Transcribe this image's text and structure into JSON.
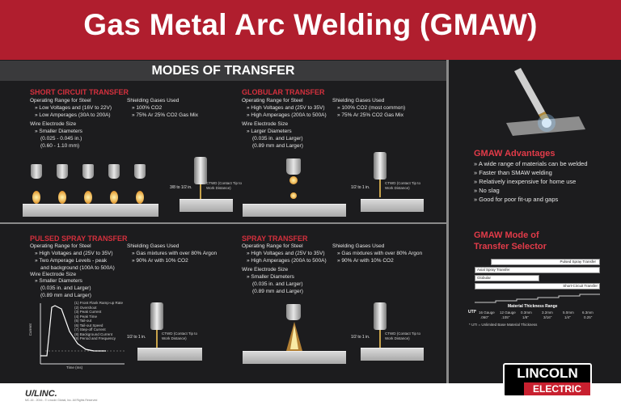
{
  "header": {
    "title": "Gas Metal Arc Welding (GMAW)"
  },
  "modes": {
    "title": "MODES OF TRANSFER"
  },
  "short_circuit": {
    "title": "SHORT CIRCUIT TRANSFER",
    "range_label": "Operating Range for Steel",
    "range": [
      "Low Voltages and (16V to 22V)",
      "Low Amperages (30A to 200A)"
    ],
    "wire_label": "Wire Electrode Size",
    "wire": [
      "Smaller Diameters"
    ],
    "wire_sizes": [
      "(0.025 - 0.045 in.)",
      "(0.60 - 1.10 mm)"
    ],
    "gas_label": "Shielding Gases Used",
    "gases": [
      "100% CO2",
      "75% Ar 25% CO2 Gas Mix"
    ],
    "stickout": "3/8 to 1/2 in.",
    "ctwd": "CTWD (Contact Tip to Work Distance)"
  },
  "globular": {
    "title": "GLOBULAR TRANSFER",
    "range_label": "Operating Range for Steel",
    "range": [
      "High Voltages and (25V to 35V)",
      "High Amperages (200A to 500A)"
    ],
    "wire_label": "Wire Electrode Size",
    "wire": [
      "Larger Diameters"
    ],
    "wire_sizes": [
      "(0.035 in. and Larger)",
      "(0.89 mm and Larger)"
    ],
    "gas_label": "Shielding Gases Used",
    "gases": [
      "100% CO2 (most common)",
      "75% Ar 25% CO2 Gas Mix"
    ],
    "stickout": "1/2 to 1 in.",
    "ctwd": "CTWD (Contact Tip to Work Distance)"
  },
  "pulsed": {
    "title": "PULSED SPRAY TRANSFER",
    "range_label": "Operating Range for Steel",
    "range": [
      "High Voltages and (25V to 35V)",
      "Two Amperage Levels - peak",
      "and background (100A to 500A)"
    ],
    "wire_label": "Wire Electrode Size",
    "wire": [
      "Smaller Diameters"
    ],
    "wire_sizes": [
      "(0.035 in. and Larger)",
      "(0.89 mm and Larger)"
    ],
    "gas_label": "Shielding Gases Used",
    "gases": [
      "Gas mixtures with over 80% Argon",
      "90% Ar with 10% CO2"
    ],
    "stickout": "1/2 to 1 in.",
    "ctwd": "CTWD (Contact Tip to Work Distance)",
    "graph_legend": [
      "(1) Front Flank Ramp-up Rate",
      "(2) Overshoot",
      "(3) Peak Current",
      "(4) Peak Time",
      "(5) Tail-out",
      "(6) Tail-out Speed",
      "(7) Step-off Current",
      "(8) Background Current",
      "(9) Period and Frequency"
    ],
    "graph_ylabel": "Current",
    "graph_xlabel": "Time (ms)"
  },
  "spray": {
    "title": "SPRAY TRANSFER",
    "range_label": "Operating Range for Steel",
    "range": [
      "High Voltages and (25V to 35V)",
      "High Amperages (200A to 500A)"
    ],
    "wire_label": "Wire Electrode Size",
    "wire": [
      "Smaller Diameters"
    ],
    "wire_sizes": [
      "(0.035 in. and Larger)",
      "(0.89 mm and Larger)"
    ],
    "gas_label": "Shielding Gases Used",
    "gases": [
      "Gas mixtures with over 80% Argon",
      "90% Ar with 10% CO2"
    ],
    "stickout": "1/2 to 1 in.",
    "ctwd": "CTWD (Contact Tip to Work Distance)"
  },
  "advantages": {
    "title": "GMAW Advantages",
    "items": [
      "A wide range of materials can be welded",
      "Faster than SMAW welding",
      "Relatively inexpensive for home use",
      "No slag",
      "Good for poor fit-up and gaps"
    ]
  },
  "selector": {
    "title_line1": "GMAW Mode of",
    "title_line2": "Transfer Selector",
    "bars": [
      "Pulsed Spray Transfer",
      "Axial Spray Transfer",
      "Globular",
      "Short-Circuit Transfer"
    ],
    "range_title": "Material Thickness Range",
    "uti_label": "UTI*",
    "thicknesses": [
      "16 Gauge",
      "12 Gauge",
      "0.3mm",
      "3.2mm",
      "5.0mm",
      "6.3mm"
    ],
    "thicknesses_in": [
      ".060\"",
      ".105\"",
      "1/8\"",
      "3/16\"",
      "1/4\"",
      "0.25\""
    ],
    "footnote": "* UTI = Unlimited Base Material Thickness"
  },
  "footer": {
    "brand": "U/LINC.",
    "copyright": "MC-16 - 2016 - © Lincoln Global, Inc. All Rights Reserved",
    "logo_top": "LINCOLN",
    "logo_bottom": "ELECTRIC"
  },
  "colors": {
    "header": "#b01e2e",
    "accent_red": "#d4303d",
    "background": "#1c1c1e"
  }
}
